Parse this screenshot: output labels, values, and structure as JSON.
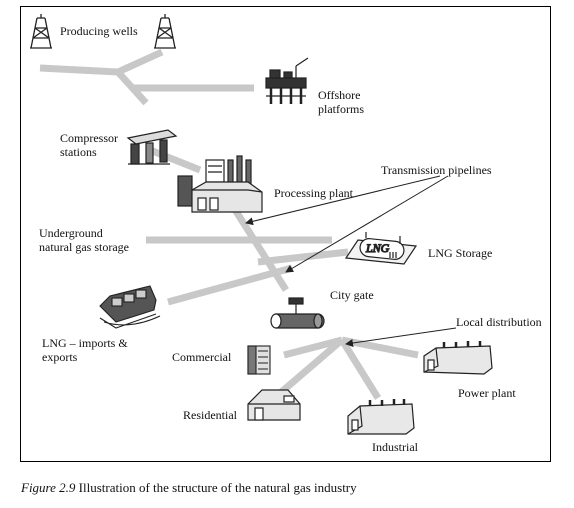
{
  "labels": {
    "producing_wells": "Producing wells",
    "offshore_1": "Offshore",
    "offshore_2": "platforms",
    "compressor_1": "Compressor",
    "compressor_2": "stations",
    "processing_plant": "Processing plant",
    "transmission_pipelines": "Transmission pipelines",
    "underground_1": "Underground",
    "underground_2": "natural gas storage",
    "lng_storage": "LNG Storage",
    "lng_tank_text": "LNG",
    "city_gate": "City gate",
    "lng_imports_1": "LNG – imports &",
    "lng_imports_2": "exports",
    "local_distribution": "Local distribution",
    "commercial": "Commercial",
    "power_plant": "Power plant",
    "residential": "Residential",
    "industrial": "Industrial"
  },
  "caption": {
    "figure_number": "Figure 2.9",
    "text": "Illustration of the structure of the natural gas industry"
  },
  "colors": {
    "pipeline": "#c8c8c8",
    "icon_line": "#222222",
    "icon_fill": "#dcdcdc"
  }
}
